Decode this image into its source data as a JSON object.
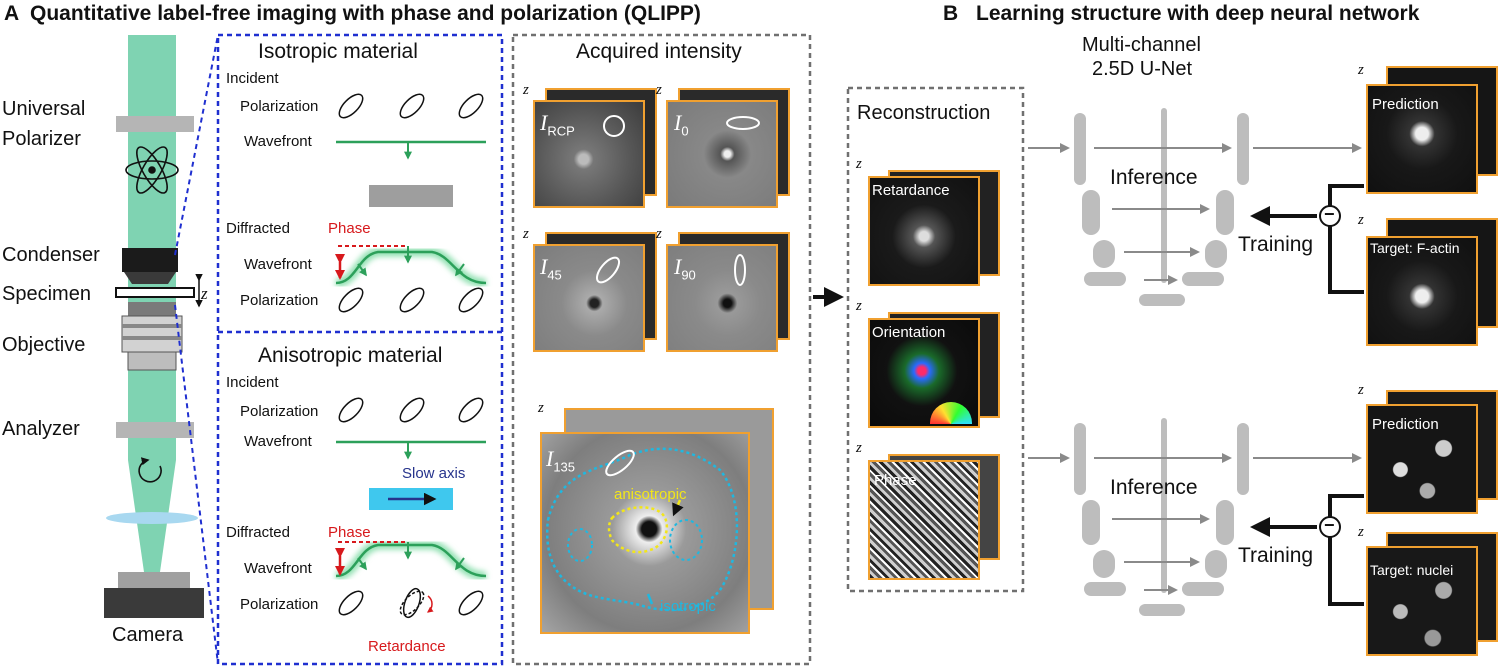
{
  "panel_a": {
    "letter": "A",
    "title": "Quantitative label-free imaging with phase and polarization (QLIPP)"
  },
  "panel_b": {
    "letter": "B",
    "title": "Learning structure with deep neural network"
  },
  "microscope": {
    "universal_polarizer": [
      "Universal",
      "Polarizer"
    ],
    "condenser": "Condenser",
    "specimen": "Specimen",
    "objective": "Objective",
    "analyzer": "Analyzer",
    "camera": "Camera",
    "z_axis": "z"
  },
  "isotropic": {
    "heading": "Isotropic material",
    "incident": "Incident",
    "polarization": "Polarization",
    "wavefront": "Wavefront",
    "diffracted": "Diffracted",
    "phase": "Phase",
    "wavefront2": "Wavefront",
    "polarization2": "Polarization"
  },
  "anisotropic": {
    "heading": "Anisotropic material",
    "incident": "Incident",
    "polarization": "Polarization",
    "wavefront": "Wavefront",
    "slow_axis": "Slow axis",
    "diffracted": "Diffracted",
    "phase": "Phase",
    "wavefront2": "Wavefront",
    "polarization2": "Polarization",
    "retardance": "Retardance"
  },
  "acquired": {
    "heading": "Acquired intensity",
    "z": "z",
    "channels": [
      {
        "main": "I",
        "sub": "RCP"
      },
      {
        "main": "I",
        "sub": "0"
      },
      {
        "main": "I",
        "sub": "45"
      },
      {
        "main": "I",
        "sub": "90"
      },
      {
        "main": "I",
        "sub": "135"
      }
    ],
    "anisotropic_label": "anisotropic",
    "isotropic_label": "isotropic"
  },
  "reconstruction": {
    "heading": "Reconstruction",
    "z": "z",
    "channels": [
      "Retardance",
      "Orientation",
      "Phase"
    ]
  },
  "network": {
    "heading": [
      "Multi-channel",
      "2.5D U-Net"
    ],
    "inference": "Inference",
    "training": "Training",
    "minus": "−",
    "z": "z",
    "top": {
      "prediction": "Prediction",
      "target": "Target: F-actin"
    },
    "bottom": {
      "prediction": "Prediction",
      "target": "Target: nuclei"
    }
  },
  "colors": {
    "beam": "#7fd3b2",
    "wave": "#2ca05a",
    "tile_border": "#f0a030",
    "panel_border_blue": "#1f2fd0",
    "panel_border_gray": "#707070",
    "phase_red": "#d7191c",
    "slow_axis_bar": "#3fc8ee",
    "slow_axis_text": "#26338c",
    "isotropic_cyan": "#1fb8e0",
    "anisotropic_yellow": "#f2e619"
  }
}
